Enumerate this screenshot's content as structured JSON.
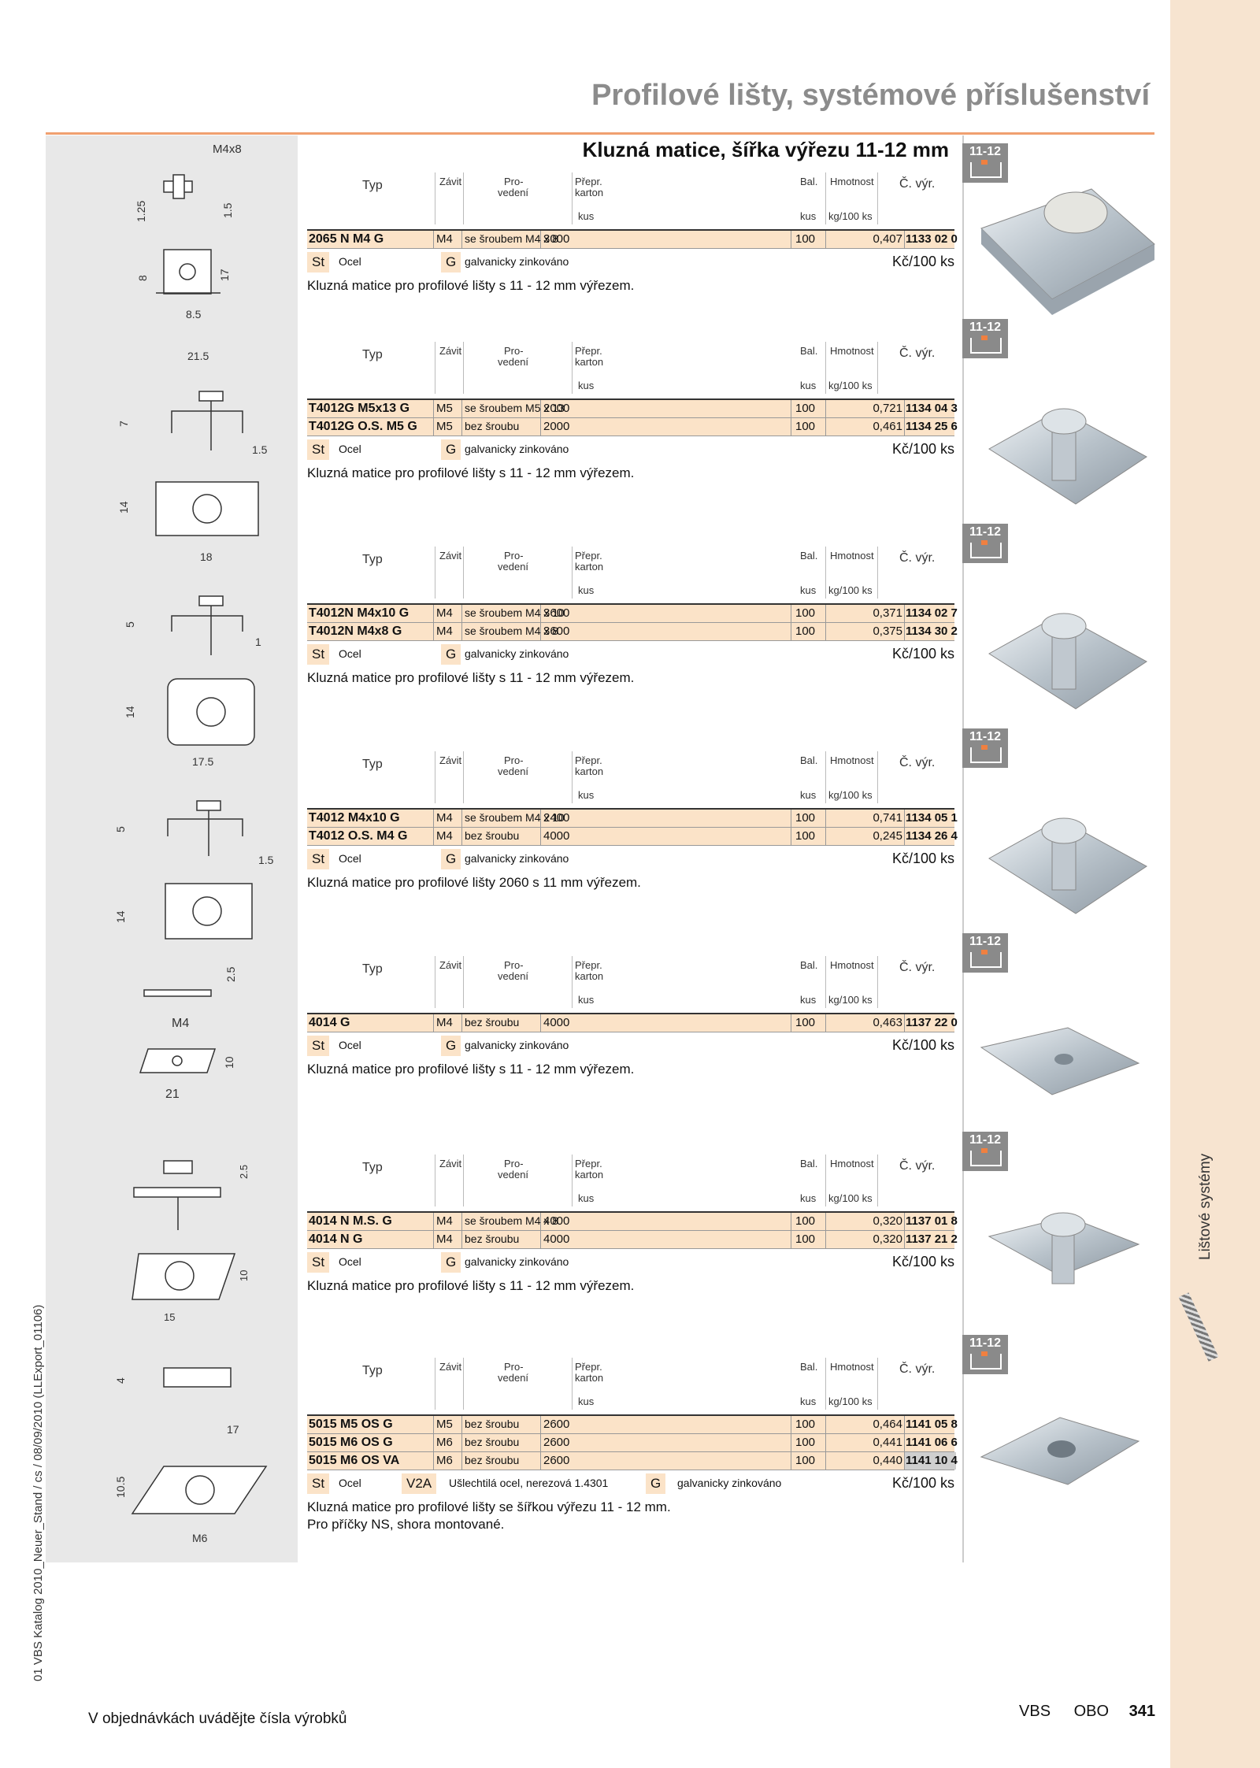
{
  "page_title": "Profilové lišty, systémové příslušenství",
  "section_title": "Kluzná matice, šířka výřezu 11-12 mm",
  "side_label": "Lištové systémy",
  "vertical_meta": "01 VBS Katalog 2010_Neuer_Stand / cs / 08/09/2010 (LLExport_01106)",
  "badge_text": "11-12",
  "header": {
    "typ": "Typ",
    "zavit": "Závit",
    "pro": "Pro-",
    "vedeni": "vedení",
    "prepr": "Přepr.",
    "karton": "karton",
    "kus": "kus",
    "bal": "Bal.",
    "bal_unit": "kus",
    "hmotnost": "Hmotnost",
    "hm_unit": "kg/100 ks",
    "cvyr": "Č. výr."
  },
  "sections": [
    {
      "rows": [
        {
          "typ": "2065 N M4 G",
          "zavit": "M4",
          "proved": "se šroubem M4 x 8",
          "kus": "3000",
          "bal": "100",
          "hm": "0,407",
          "cv": "1133 02 0"
        }
      ],
      "materials": [
        {
          "code": "St",
          "label": "Ocel"
        },
        {
          "code": "G",
          "label": "galvanicky zinkováno"
        }
      ],
      "price": "Kč/100 ks",
      "desc": [
        "Kluzná matice pro profilové lišty s 11 - 12 mm výřezem."
      ],
      "dims": [
        "M4x8",
        "1.25",
        "1.5",
        "8",
        "17",
        "8.5"
      ]
    },
    {
      "rows": [
        {
          "typ": "T4012G M5x13 G",
          "zavit": "M5",
          "proved": "se šroubem M5 x 13",
          "kus": "2000",
          "bal": "100",
          "hm": "0,721",
          "cv": "1134 04 3"
        },
        {
          "typ": "T4012G O.S. M5 G",
          "zavit": "M5",
          "proved": "bez šroubu",
          "kus": "2000",
          "bal": "100",
          "hm": "0,461",
          "cv": "1134 25 6"
        }
      ],
      "materials": [
        {
          "code": "St",
          "label": "Ocel"
        },
        {
          "code": "G",
          "label": "galvanicky zinkováno"
        }
      ],
      "price": "Kč/100 ks",
      "desc": [
        "Kluzná matice pro profilové lišty s 11 - 12 mm výřezem."
      ],
      "dims": [
        "21.5",
        "7",
        "1.5",
        "14"
      ]
    },
    {
      "rows": [
        {
          "typ": "T4012N M4x10 G",
          "zavit": "M4",
          "proved": "se šroubem M4 x 10",
          "kus": "3600",
          "bal": "100",
          "hm": "0,371",
          "cv": "1134 02 7"
        },
        {
          "typ": "T4012N M4x8 G",
          "zavit": "M4",
          "proved": "se šroubem M4 x 8",
          "kus": "3600",
          "bal": "100",
          "hm": "0,375",
          "cv": "1134 30 2"
        }
      ],
      "materials": [
        {
          "code": "St",
          "label": "Ocel"
        },
        {
          "code": "G",
          "label": "galvanicky zinkováno"
        }
      ],
      "price": "Kč/100 ks",
      "desc": [
        "Kluzná matice pro profilové lišty s 11 - 12 mm výřezem."
      ],
      "dims": [
        "18",
        "5",
        "1",
        "14"
      ]
    },
    {
      "rows": [
        {
          "typ": "T4012 M4x10 G",
          "zavit": "M4",
          "proved": "se šroubem M4 x 10",
          "kus": "2400",
          "bal": "100",
          "hm": "0,741",
          "cv": "1134 05 1"
        },
        {
          "typ": "T4012 O.S. M4 G",
          "zavit": "M4",
          "proved": "bez šroubu",
          "kus": "4000",
          "bal": "100",
          "hm": "0,245",
          "cv": "1134 26 4"
        }
      ],
      "materials": [
        {
          "code": "St",
          "label": "Ocel"
        },
        {
          "code": "G",
          "label": "galvanicky zinkováno"
        }
      ],
      "price": "Kč/100 ks",
      "desc": [
        "Kluzná matice pro profilové lišty 2060 s 11 mm výřezem."
      ],
      "dims": [
        "17.5",
        "5",
        "1.5",
        "14"
      ]
    },
    {
      "rows": [
        {
          "typ": "4014 G",
          "zavit": "M4",
          "proved": "bez šroubu",
          "kus": "4000",
          "bal": "100",
          "hm": "0,463",
          "cv": "1137 22 0"
        }
      ],
      "materials": [
        {
          "code": "St",
          "label": "Ocel"
        },
        {
          "code": "G",
          "label": "galvanicky zinkováno"
        }
      ],
      "price": "Kč/100 ks",
      "desc": [
        "Kluzná matice pro profilové lišty s 11 - 12 mm výřezem."
      ],
      "dims": [
        "2.5",
        "M4",
        "10",
        "21"
      ]
    },
    {
      "rows": [
        {
          "typ": "4014 N M.S. G",
          "zavit": "M4",
          "proved": "se šroubem M4 x 8",
          "kus": "4000",
          "bal": "100",
          "hm": "0,320",
          "cv": "1137 01 8"
        },
        {
          "typ": "4014 N G",
          "zavit": "M4",
          "proved": "bez šroubu",
          "kus": "4000",
          "bal": "100",
          "hm": "0,320",
          "cv": "1137 21 2"
        }
      ],
      "materials": [
        {
          "code": "St",
          "label": "Ocel"
        },
        {
          "code": "G",
          "label": "galvanicky zinkováno"
        }
      ],
      "price": "Kč/100 ks",
      "desc": [
        "Kluzná matice pro profilové lišty s 11 - 12 mm výřezem."
      ],
      "dims": [
        "2.5",
        "10",
        "15"
      ]
    },
    {
      "rows": [
        {
          "typ": "5015 M5 OS G",
          "zavit": "M5",
          "proved": "bez šroubu",
          "kus": "2600",
          "bal": "100",
          "hm": "0,464",
          "cv": "1141 05 8"
        },
        {
          "typ": "5015 M6 OS G",
          "zavit": "M6",
          "proved": "bez šroubu",
          "kus": "2600",
          "bal": "100",
          "hm": "0,441",
          "cv": "1141 06 6"
        },
        {
          "typ": "5015 M6 OS VA",
          "zavit": "M6",
          "proved": "bez šroubu",
          "kus": "2600",
          "bal": "100",
          "hm": "0,440",
          "cv": "1141 10 4",
          "grey": true
        }
      ],
      "materials": [
        {
          "code": "St",
          "label": "Ocel"
        },
        {
          "code": "V2A",
          "label": "Ušlechtilá ocel, nerezová 1.4301"
        },
        {
          "code": "G",
          "label": "galvanicky zinkováno"
        }
      ],
      "price": "Kč/100 ks",
      "desc": [
        "Kluzná matice pro profilové lišty se šířkou výřezu 11 - 12 mm.",
        "Pro příčky NS, shora montované."
      ],
      "dims": [
        "4",
        "17",
        "10.5",
        "M6"
      ]
    }
  ],
  "footer": {
    "left": "V objednávkách uvádějte čísla výrobků",
    "brand1": "VBS",
    "brand2": "OBO",
    "page": "341"
  }
}
